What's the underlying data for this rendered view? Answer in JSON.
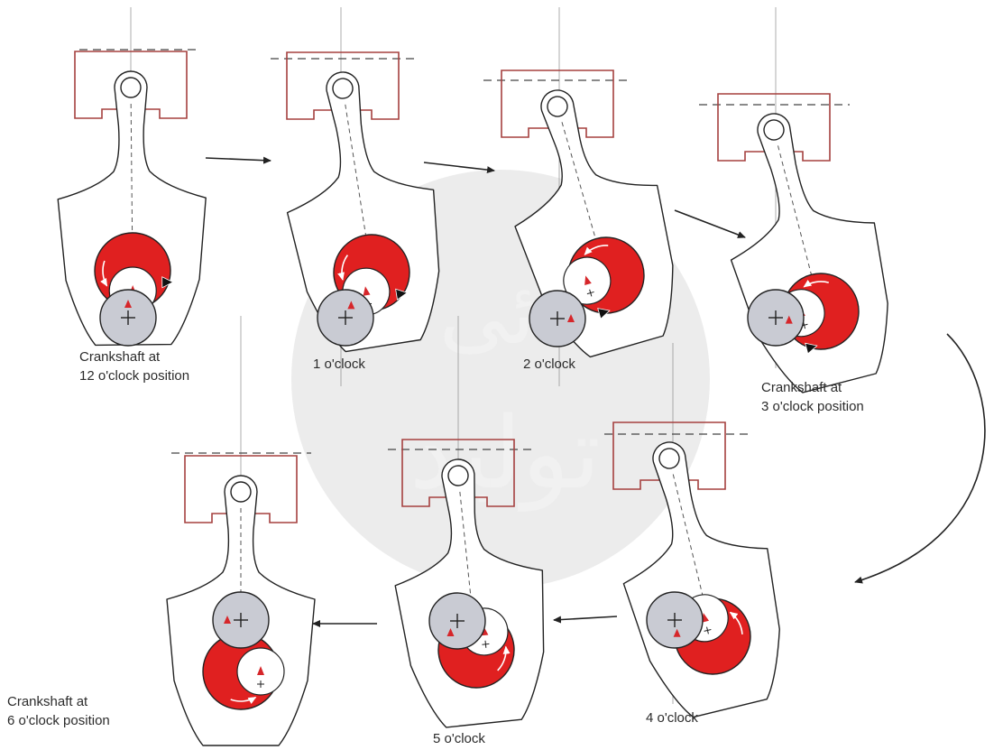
{
  "diagram": {
    "captions": {
      "pos12_line1": "Crankshaft at",
      "pos12_line2": "12 o'clock position",
      "pos1": "1 o'clock",
      "pos2": "2 o'clock",
      "pos3_line1": "Crankshaft at",
      "pos3_line2": "3 o'clock position",
      "pos4": "4 o'clock",
      "pos5": "5 o'clock",
      "pos6_line1": "Crankshaft at",
      "pos6_line2": "6 o'clock position"
    },
    "watermark": {
      "line1": "ئی",
      "line2": "تولید"
    },
    "colors": {
      "piston_outline": "#a5403f",
      "rod_outline": "#222222",
      "eccentric_fill": "#e02020",
      "crank_disc_fill": "#c9cbd3",
      "marker_red": "#d6262a",
      "watermark": "#dcdcdc",
      "arrow": "#222222"
    }
  }
}
